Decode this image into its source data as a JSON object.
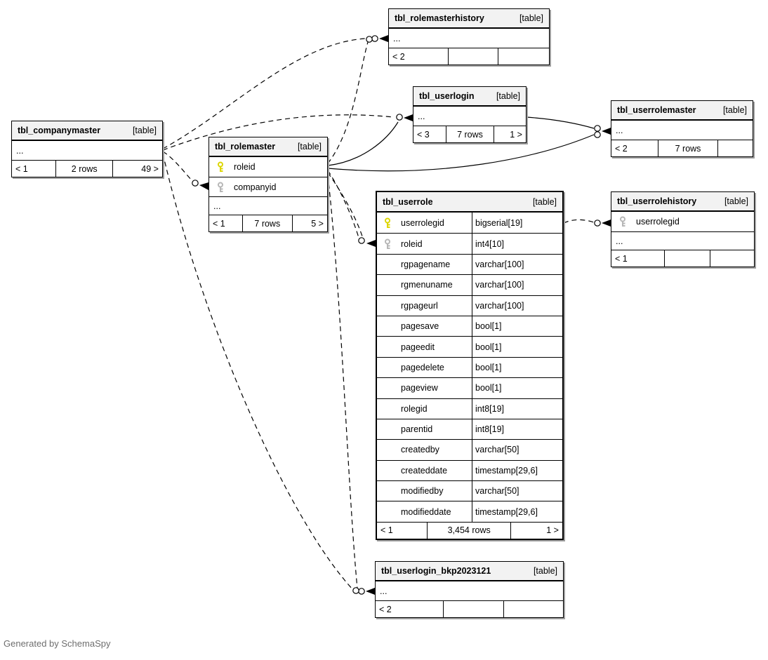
{
  "generated_by": "Generated by SchemaSpy",
  "colors": {
    "primary_key": "#ddd600",
    "foreign_key": "#b7b7b7",
    "header_bg": "#f2f2f2",
    "shadow": "#9e9e9e"
  },
  "tables": {
    "rolemasterhistory": {
      "name": "tbl_rolemasterhistory",
      "tag": "[table]",
      "ellipsis": "...",
      "footer": [
        "< 2",
        "",
        ""
      ]
    },
    "userlogin": {
      "name": "tbl_userlogin",
      "tag": "[table]",
      "ellipsis": "...",
      "footer": [
        "< 3",
        "7 rows",
        "1 >"
      ]
    },
    "userrolemaster": {
      "name": "tbl_userrolemaster",
      "tag": "[table]",
      "ellipsis": "...",
      "footer": [
        "< 2",
        "7 rows",
        ""
      ]
    },
    "companymaster": {
      "name": "tbl_companymaster",
      "tag": "[table]",
      "ellipsis": "...",
      "footer": [
        "< 1",
        "2 rows",
        "49 >"
      ]
    },
    "rolemaster": {
      "name": "tbl_rolemaster",
      "tag": "[table]",
      "ellipsis": "...",
      "columns": [
        {
          "name": "roleid",
          "key": "pk"
        },
        {
          "name": "companyid",
          "key": "fk"
        }
      ],
      "footer": [
        "< 1",
        "7 rows",
        "5 >"
      ]
    },
    "userrole": {
      "name": "tbl_userrole",
      "tag": "[table]",
      "columns": [
        {
          "name": "userrolegid",
          "type": "bigserial[19]",
          "key": "pk"
        },
        {
          "name": "roleid",
          "type": "int4[10]",
          "key": "fk"
        },
        {
          "name": "rgpagename",
          "type": "varchar[100]"
        },
        {
          "name": "rgmenuname",
          "type": "varchar[100]"
        },
        {
          "name": "rgpageurl",
          "type": "varchar[100]"
        },
        {
          "name": "pagesave",
          "type": "bool[1]"
        },
        {
          "name": "pageedit",
          "type": "bool[1]"
        },
        {
          "name": "pagedelete",
          "type": "bool[1]"
        },
        {
          "name": "pageview",
          "type": "bool[1]"
        },
        {
          "name": "rolegid",
          "type": "int8[19]"
        },
        {
          "name": "parentid",
          "type": "int8[19]"
        },
        {
          "name": "createdby",
          "type": "varchar[50]"
        },
        {
          "name": "createddate",
          "type": "timestamp[29,6]"
        },
        {
          "name": "modifiedby",
          "type": "varchar[50]"
        },
        {
          "name": "modifieddate",
          "type": "timestamp[29,6]"
        }
      ],
      "footer": [
        "< 1",
        "3,454 rows",
        "1 >"
      ]
    },
    "userrolehistory": {
      "name": "tbl_userrolehistory",
      "tag": "[table]",
      "ellipsis": "...",
      "columns": [
        {
          "name": "userrolegid",
          "key": "fk"
        }
      ],
      "footer": [
        "< 1",
        "",
        ""
      ]
    },
    "userlogin_bkp": {
      "name": "tbl_userlogin_bkp2023121",
      "tag": "[table]",
      "ellipsis": "...",
      "footer": [
        "< 2",
        "",
        ""
      ]
    }
  }
}
